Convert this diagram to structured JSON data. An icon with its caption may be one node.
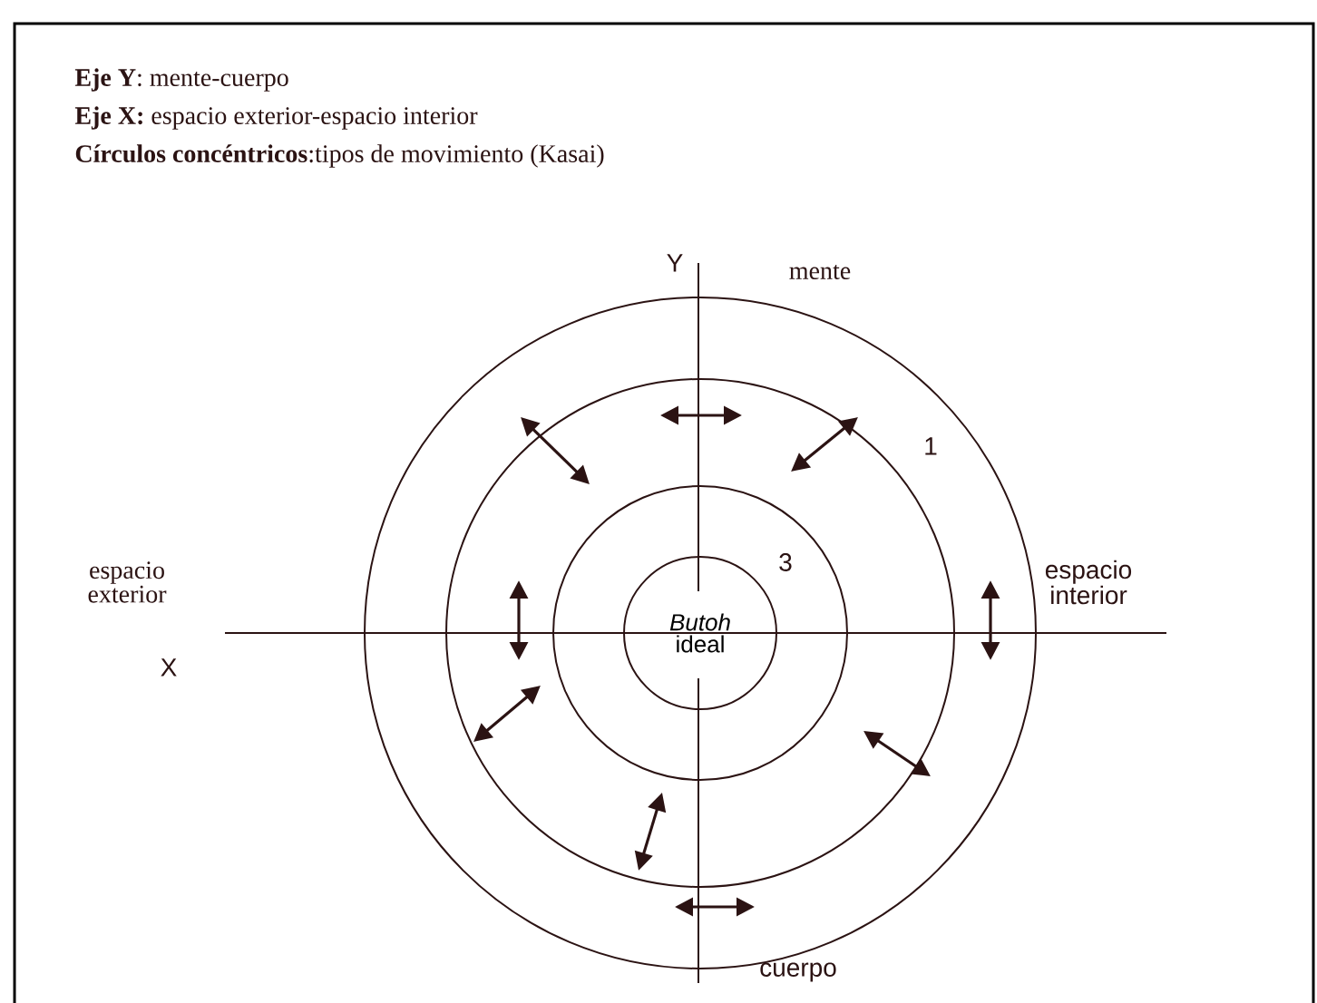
{
  "diagram": {
    "nodes": [
      {
        "text": [],
        "shape": "circle"
      },
      {
        "text": [],
        "shape": "circle",
        "in": 0
      },
      {
        "text": [],
        "shape": "circle",
        "in": 1
      },
      {
        "text": [
          "*Butoh* ideal"
        ],
        "in": 2
      }
    ],
    "labels": [
      "**Eje Y**: mente-cuerpo",
      "**Eje X:** espacio exterior-espacio interior",
      "**Círculos concéntricos**:tipos de movimiento (Kasai)",
      "Y",
      "mente",
      "1",
      "espacio exterior",
      "3",
      "espacio interior",
      "X",
      "cuerpo"
    ]
  }
}
